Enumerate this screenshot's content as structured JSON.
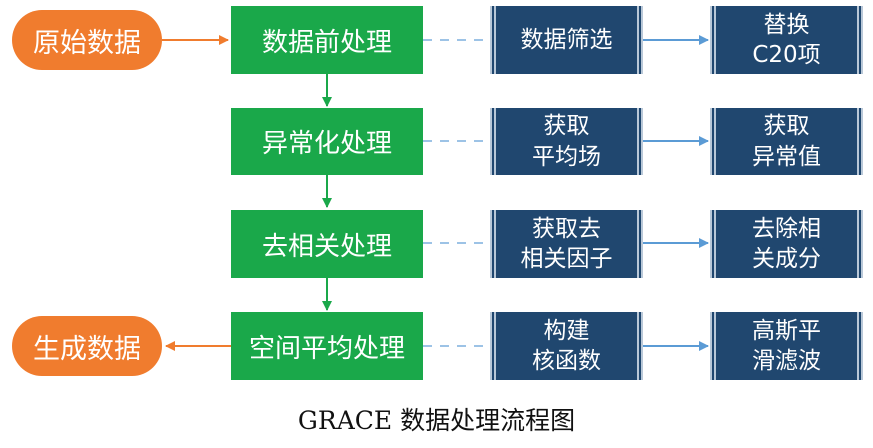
{
  "inputs": {
    "source": "原始数据",
    "output": "生成数据"
  },
  "steps": [
    {
      "title": "数据前处理",
      "sub": [
        "数据筛选"
      ],
      "result": [
        "替换",
        "C20项"
      ]
    },
    {
      "title": "异常化处理",
      "sub": [
        "获取",
        "平均场"
      ],
      "result": [
        "获取",
        "异常值"
      ]
    },
    {
      "title": "去相关处理",
      "sub": [
        "获取去",
        "相关因子"
      ],
      "result": [
        "去除相",
        "关成分"
      ]
    },
    {
      "title": "空间平均处理",
      "sub": [
        "构建",
        "核函数"
      ],
      "result": [
        "高斯平",
        "滑滤波"
      ]
    }
  ],
  "caption": "GRACE 数据处理流程图",
  "colors": {
    "orange": "#f07c2e",
    "green": "#1aa84a",
    "navy": "#20476f",
    "arrow_blue": "#5b9bd5"
  }
}
